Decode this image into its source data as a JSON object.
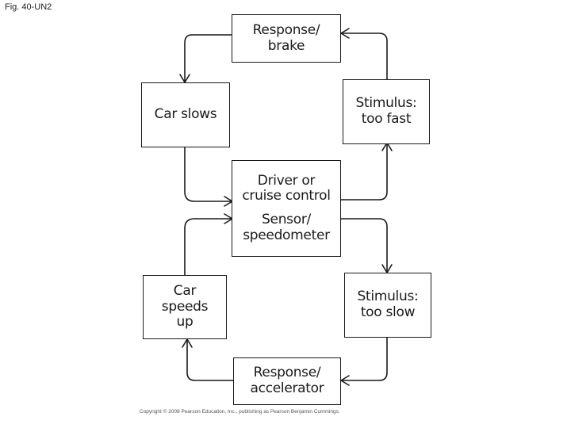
{
  "figure_label": "Fig. 40-UN2",
  "boxes": {
    "response_brake": [
      "Response/",
      "brake"
    ],
    "car_slows": [
      "Car slows"
    ],
    "stimulus_too_fast": [
      "Stimulus:",
      "too fast"
    ],
    "driver": [
      "Driver or",
      "cruise control"
    ],
    "sensor": [
      "Sensor/",
      "speedometer"
    ],
    "car_speeds_up": [
      "Car",
      "speeds",
      "up"
    ],
    "stimulus_too_slow": [
      "Stimulus:",
      "too slow"
    ],
    "response_accelerator": [
      "Response/",
      "accelerator"
    ]
  },
  "copyright": "Copyright © 2008 Pearson Education, Inc., publishing as Pearson Benjamin Cummings."
}
